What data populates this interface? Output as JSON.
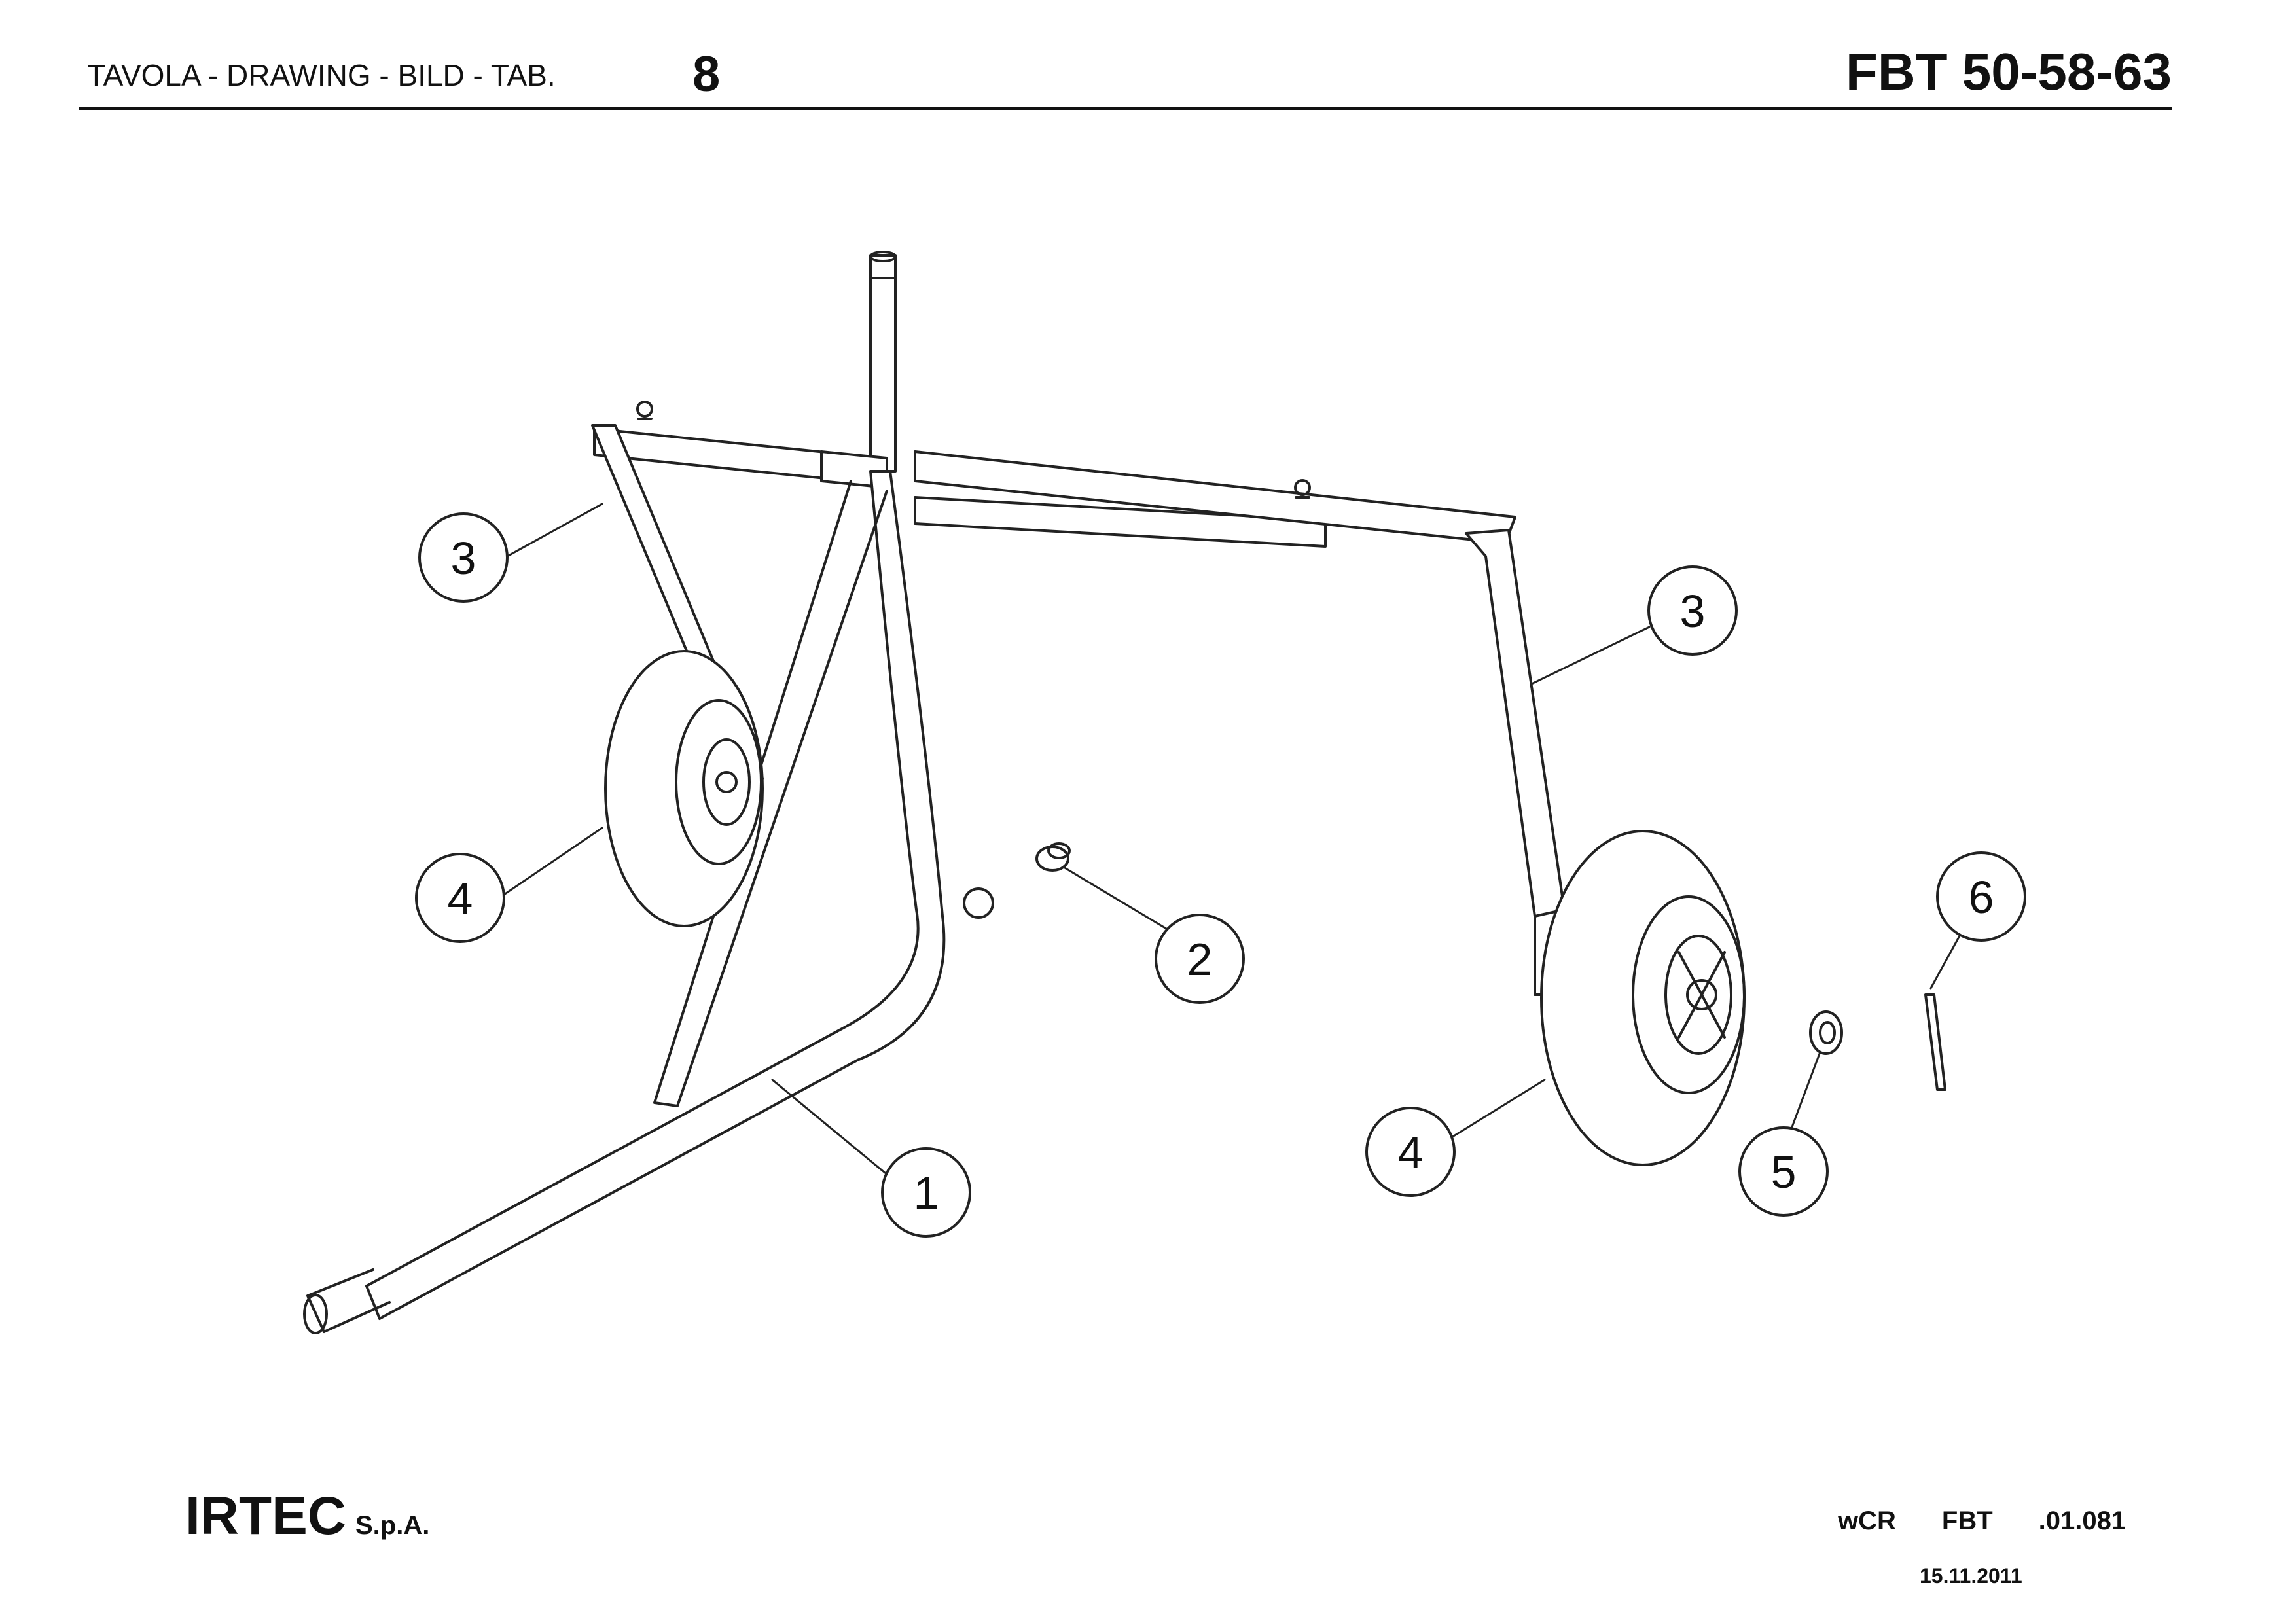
{
  "header": {
    "label": "TAVOLA - DRAWING - BILD - TAB.",
    "table_number": "8",
    "model": "FBT 50-58-63"
  },
  "callouts": [
    {
      "id": "1"
    },
    {
      "id": "2"
    },
    {
      "id": "3"
    },
    {
      "id": "3"
    },
    {
      "id": "4"
    },
    {
      "id": "4"
    },
    {
      "id": "5"
    },
    {
      "id": "6"
    }
  ],
  "footer": {
    "company": "IRTEC",
    "company_suffix": "S.p.A.",
    "ref_a": "wCR",
    "ref_b": "FBT",
    "ref_c": ".01.081",
    "date": "15.11.2011"
  }
}
